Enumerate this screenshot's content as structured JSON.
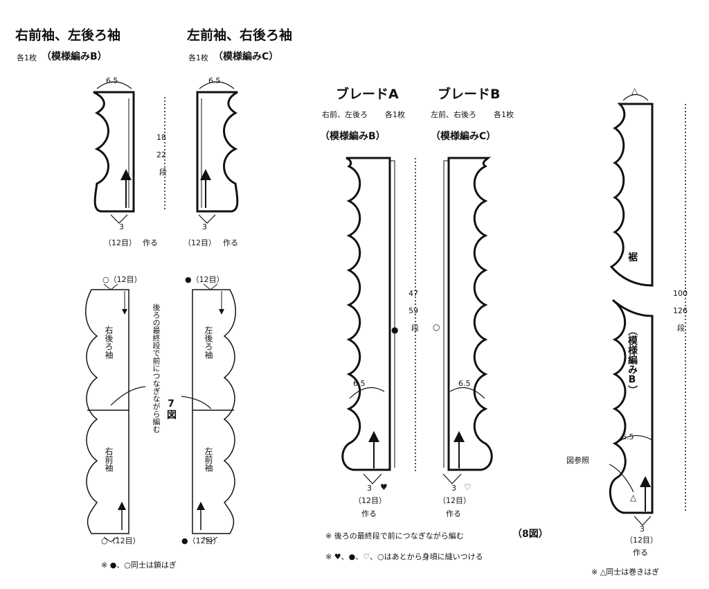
{
  "sections": {
    "sleeve_b": {
      "title": "右前袖、左後ろ袖",
      "count": "各1枚",
      "pattern": "（模様編みB）"
    },
    "sleeve_c": {
      "title": "左前袖、右後ろ袖",
      "count": "各1枚",
      "pattern": "（模様編みC）"
    },
    "braid_a": {
      "title": "ブレードA",
      "parts": "右前、左後ろ",
      "count": "各1枚",
      "pattern": "（模様編みB）"
    },
    "braid_b": {
      "title": "ブレードB",
      "parts": "左前、右後ろ",
      "count": "各1枚",
      "pattern": "（模様編みC）"
    }
  },
  "dims": {
    "width": "6.5",
    "sleeve_len": "18",
    "sleeve_len_alt": "22",
    "unit_dan": "段",
    "start": "3",
    "start_rows": "（12目）",
    "start_rows2": "（12目）",
    "make": "作る",
    "make_short": "作る",
    "braid_len": "47",
    "braid_len_alt": "59",
    "hem_len": "100",
    "hem_len_alt": "126"
  },
  "joins": {
    "top_open": "○（12目）",
    "top_filled": "●（12目）",
    "bottom_open": "○（12目）",
    "bottom_filled": "●（12目）"
  },
  "labels": {
    "right_back_sleeve": "右後ろ袖",
    "left_back_sleeve": "左後ろ袖",
    "right_front_sleeve": "右前袖",
    "left_front_sleeve": "左前袖",
    "join_note": "後ろの最終段で前につなぎながら編む",
    "fig7": "7図",
    "hem": "裾",
    "hem_pattern": "（模様編みB）",
    "ref_fig": "図参照",
    "triangle": "△",
    "heart_filled": "♥",
    "heart_open": "♡",
    "dot_filled": "●",
    "dot_open": "○"
  },
  "notes": {
    "sleeve_note": "※ ●、○同士は鎖はぎ",
    "braid_note1": "※ 後ろの最終段で前につなぎながら編む",
    "fig8": "（8図）",
    "braid_note2": "※ ♥、●、♡、○はあとから身頃に縫いつける",
    "hem_note": "※ △同士は巻きはぎ"
  }
}
